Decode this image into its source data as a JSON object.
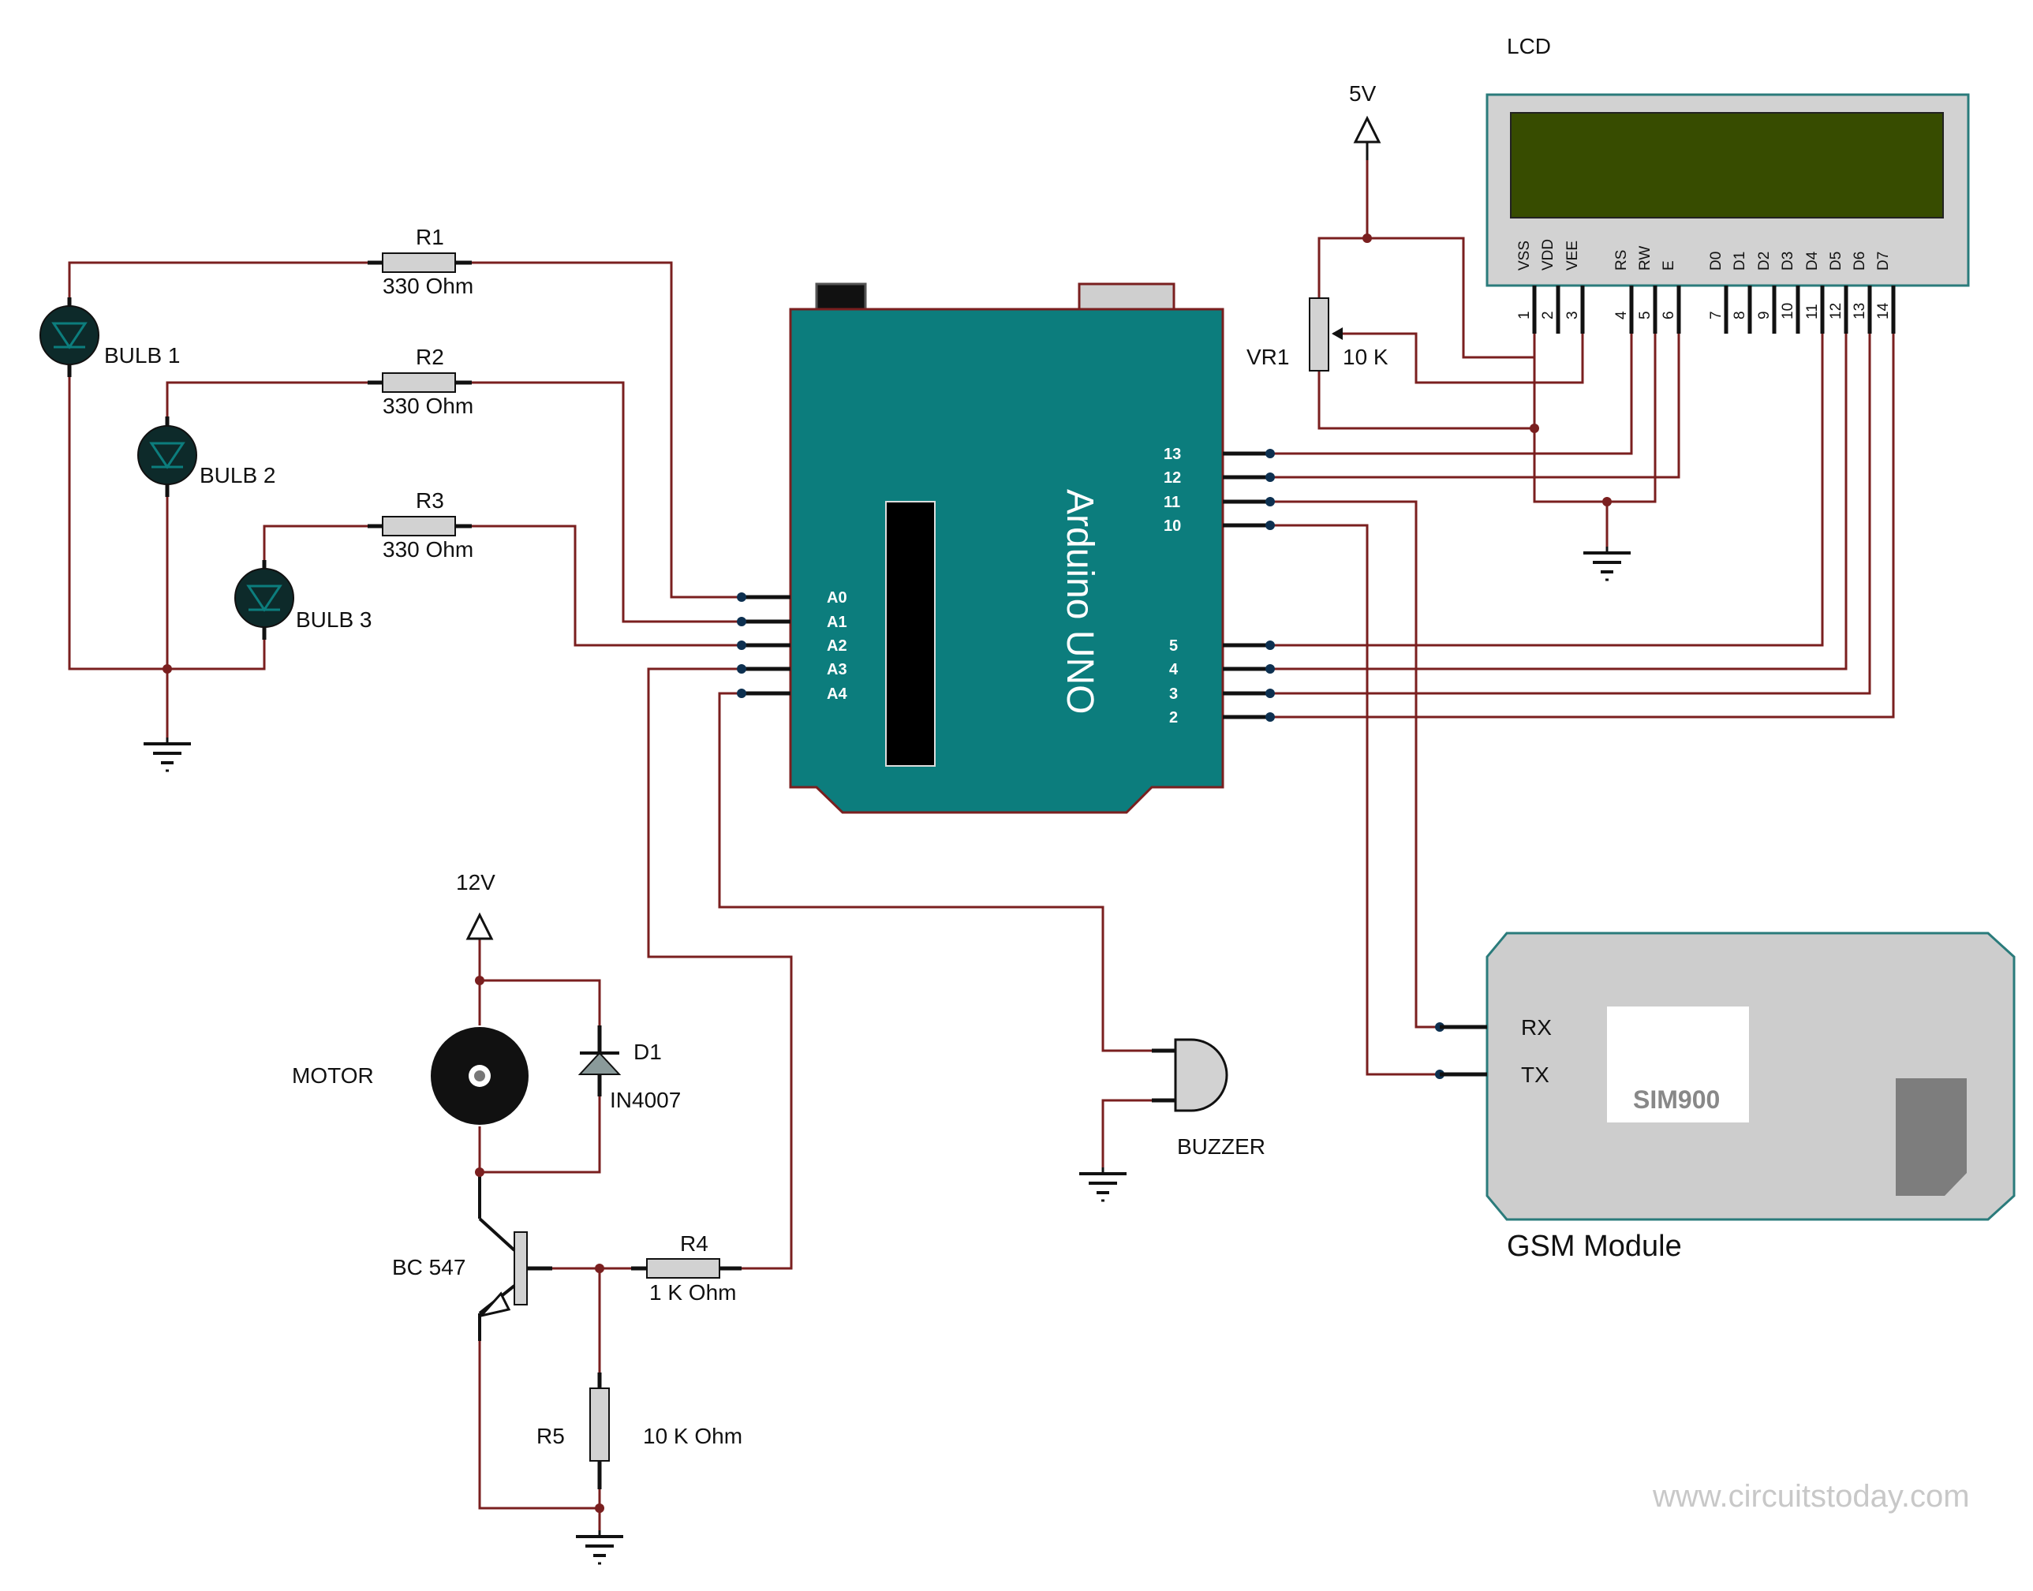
{
  "lcd": {
    "title": "LCD",
    "pins": [
      {
        "name": "VSS",
        "num": "1"
      },
      {
        "name": "VDD",
        "num": "2"
      },
      {
        "name": "VEE",
        "num": "3"
      },
      {
        "name": "RS",
        "num": "4"
      },
      {
        "name": "RW",
        "num": "5"
      },
      {
        "name": "E",
        "num": "6"
      },
      {
        "name": "D0",
        "num": "7"
      },
      {
        "name": "D1",
        "num": "8"
      },
      {
        "name": "D2",
        "num": "9"
      },
      {
        "name": "D3",
        "num": "10"
      },
      {
        "name": "D4",
        "num": "11"
      },
      {
        "name": "D5",
        "num": "12"
      },
      {
        "name": "D6",
        "num": "13"
      },
      {
        "name": "D7",
        "num": "14"
      }
    ]
  },
  "supply": {
    "v5": "5V",
    "v12": "12V"
  },
  "vr1": {
    "name": "VR1",
    "value": "10 K"
  },
  "arduino": {
    "name": "Arduino UNO",
    "analog_pins": [
      "A0",
      "A1",
      "A2",
      "A3",
      "A4"
    ],
    "digital_top": [
      "13",
      "12",
      "11",
      "10"
    ],
    "digital_bottom": [
      "5",
      "4",
      "3",
      "2"
    ]
  },
  "resistors": {
    "r1": {
      "name": "R1",
      "value": "330 Ohm"
    },
    "r2": {
      "name": "R2",
      "value": "330 Ohm"
    },
    "r3": {
      "name": "R3",
      "value": "330 Ohm"
    },
    "r4": {
      "name": "R4",
      "value": "1 K Ohm"
    },
    "r5": {
      "name": "R5",
      "value": "10 K Ohm"
    }
  },
  "bulbs": [
    "BULB 1",
    "BULB 2",
    "BULB 3"
  ],
  "motor": "MOTOR",
  "diode": {
    "name": "D1",
    "value": "IN4007"
  },
  "transistor": "BC 547",
  "buzzer": "BUZZER",
  "gsm": {
    "title": "GSM Module",
    "chip": "SIM900",
    "rx": "RX",
    "tx": "TX"
  },
  "watermark": "www.circuitstoday.com",
  "colors": {
    "arduino_board": "#0c7d7d",
    "lcd_screen": "#374c00",
    "wire": "#7a1f1f",
    "gsm_board": "#cdcdcd"
  }
}
